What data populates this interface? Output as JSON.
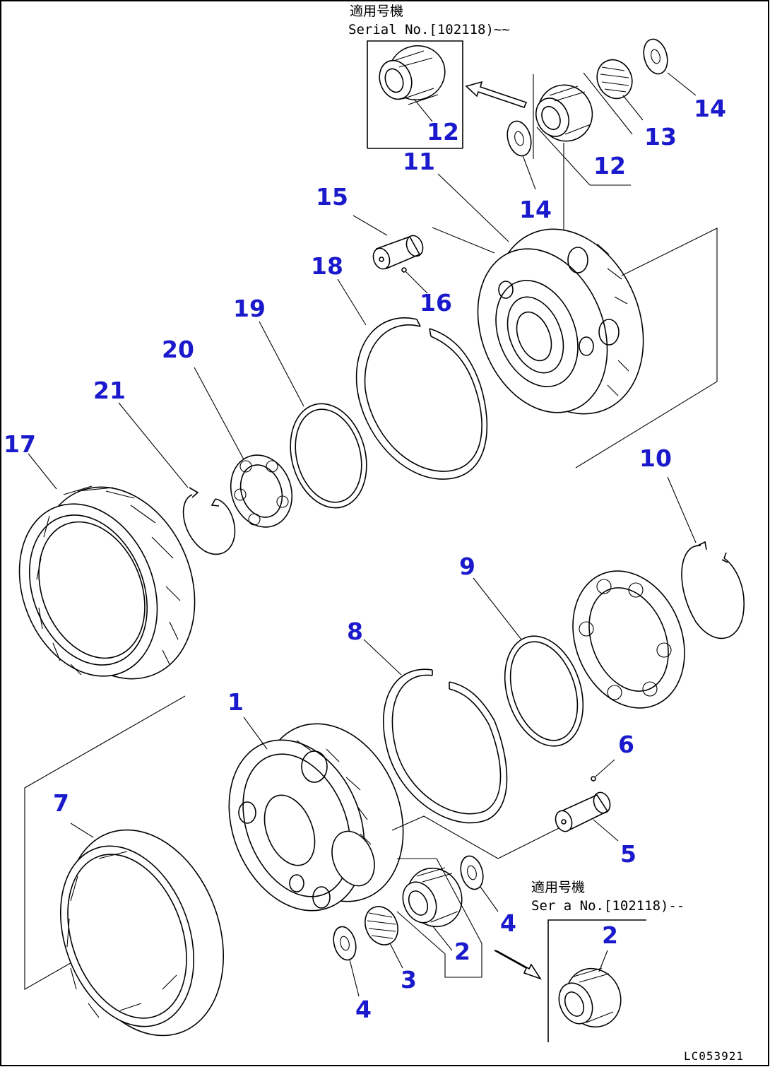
{
  "drawing_code": "LC053921",
  "notes": {
    "top": {
      "line1": "適用号機",
      "line2": "Serial No.[102118)~~"
    },
    "bottom": {
      "line1": "適用号機",
      "line2": "Ser a No.[102118)--"
    }
  },
  "callouts": {
    "c1": "1",
    "c2a": "2",
    "c2b": "2",
    "c3": "3",
    "c4a": "4",
    "c4b": "4",
    "c5": "5",
    "c6": "6",
    "c7": "7",
    "c8": "8",
    "c9": "9",
    "c10": "10",
    "c11": "11",
    "c12a": "12",
    "c12b": "12",
    "c13": "13",
    "c14a": "14",
    "c14b": "14",
    "c15": "15",
    "c16": "16",
    "c17": "17",
    "c18": "18",
    "c19": "19",
    "c20": "20",
    "c21": "21"
  },
  "colors": {
    "callout": "#1a1acc",
    "line": "#000000",
    "background": "#ffffff"
  }
}
